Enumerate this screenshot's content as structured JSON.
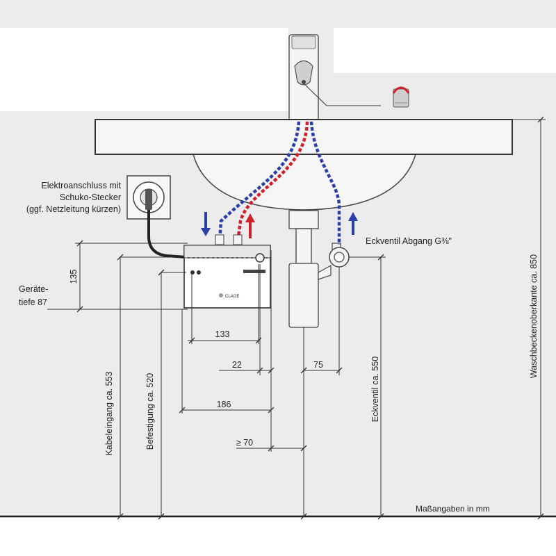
{
  "labels": {
    "elektro_line1": "Elektroanschluss mit",
    "elektro_line2": "Schuko-Stecker",
    "elektro_line3": "(ggf. Netzleitung kürzen)",
    "geraete_line1": "Geräte-",
    "geraete_line2": "tiefe 87",
    "eckventil_abgang": "Eckventil Abgang G⅜\"",
    "masse": "Maßangaben in mm",
    "brand": "CLAGE"
  },
  "dimensions": {
    "d135": "135",
    "d133": "133",
    "d22": "22",
    "d75": "75",
    "d186": "186",
    "d70": "≥ 70"
  },
  "vertical_labels": {
    "kabeleingang": "Kabeleingang ca. 553",
    "befestigung": "Befestigung ca. 520",
    "eckventil": "Eckventil ca. 550",
    "waschbecken": "Waschbeckenoberkante ca. 850"
  },
  "colors": {
    "hot": "#d0202a",
    "cold": "#2a3fa8",
    "line": "#333333",
    "wall": "#ebebeb"
  }
}
